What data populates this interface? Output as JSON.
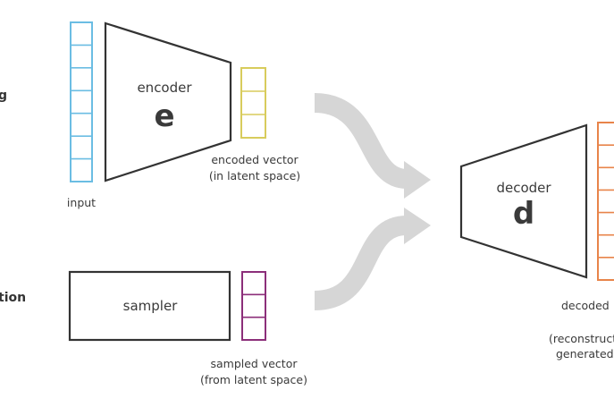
{
  "side_labels": {
    "top": "g",
    "bottom": "tion"
  },
  "encoder": {
    "name": "encoder",
    "symbol": "e"
  },
  "decoder": {
    "name": "decoder",
    "symbol": "d"
  },
  "sampler": {
    "name": "sampler"
  },
  "input": {
    "label": "input",
    "color": "#6bbde3",
    "cells": 7
  },
  "encoded_vector": {
    "line1": "encoded vector",
    "line2": "(in latent space)",
    "color": "#d8cc5c",
    "cells": 3
  },
  "sampled_vector": {
    "line1": "sampled vector",
    "line2": "(from latent space)",
    "color": "#8c2f7a",
    "cells": 3
  },
  "output": {
    "line1": "decoded",
    "line2": "(reconstruct",
    "line3": "generated",
    "color": "#e8844a",
    "cells": 7
  },
  "colors": {
    "shape_stroke": "#333333",
    "arrow": "#d6d6d6",
    "text": "#3a3a3a"
  }
}
